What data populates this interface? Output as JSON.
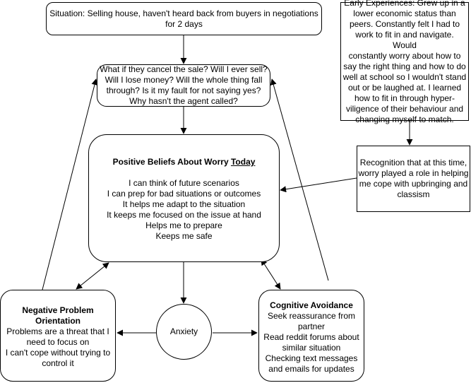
{
  "situation": {
    "lines": [
      "Situation: Selling house, haven't heard back from buyers in negotiations",
      "for 2 days"
    ]
  },
  "thoughts": {
    "lines": [
      "What if they cancel the sale? Will I ever sell?",
      "Will I lose money? Will the whole thing fall",
      "through? Is it my fault for not saying yes?",
      "Why hasn't the agent called?"
    ]
  },
  "beliefs": {
    "title": "Positive Beliefs About Worry",
    "title_emph": "Today",
    "items": [
      "I can think of future scenarios",
      "I can prep for bad situations or outcomes",
      "It helps me adapt to the situation",
      "It keeps me focused on the issue at hand",
      "Helps me to prepare",
      "Keeps me safe"
    ]
  },
  "early": {
    "lines": [
      "Early Experiences: Grew up in a",
      "lower economic status than",
      "peers. Constantly felt I had to",
      "work to fit in and navigate. Would",
      "constantly worry about how to",
      "say the right thing and how to do",
      "well at school so I wouldn't stand",
      "out or be laughed at. I learned",
      "how to fit in through hyper-",
      "viligence of their behaviour and",
      "changing myself to match."
    ]
  },
  "recognition": {
    "lines": [
      "Recognition that at this time,",
      "worry played a role in helping",
      "me cope with upbringing and",
      "classism"
    ]
  },
  "neg": {
    "title_lines": [
      "Negative Problem",
      "Orientation"
    ],
    "lines": [
      "Problems are a threat that I",
      "need to focus on",
      "I can't cope without trying to",
      "control it"
    ]
  },
  "anxiety": {
    "label": "Anxiety"
  },
  "avoid": {
    "title": "Cognitive Avoidance",
    "lines": [
      "Seek reassurance from",
      "partner",
      "Read reddit forums about",
      "similar situation",
      "Checking text messages",
      "and emails for updates"
    ]
  },
  "colors": {
    "stroke": "#000000",
    "fill": "#ffffff"
  }
}
